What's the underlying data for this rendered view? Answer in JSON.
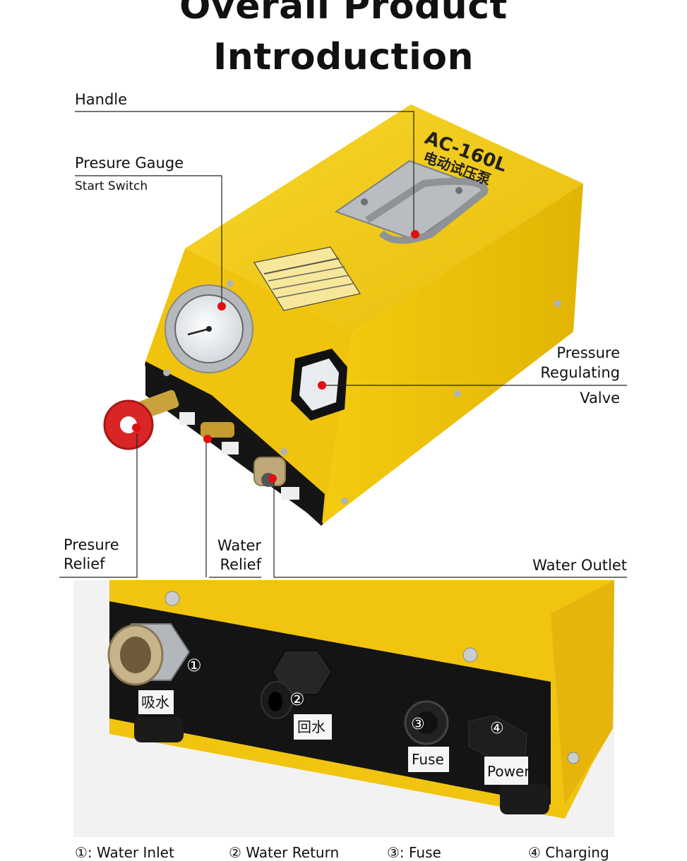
{
  "title": {
    "line1": "Overall Product",
    "line2": "Introduction"
  },
  "top_labels": {
    "handle": "Handle",
    "gauge": "Presure Gauge",
    "start_switch": "Start Switch",
    "pressure": "Pressure",
    "regulating": "Regulating",
    "valve": "Valve",
    "presure": "Presure",
    "relief_left": "Relief",
    "water": "Water",
    "relief_mid": "Relief",
    "water_outlet": "Water Outlet"
  },
  "device": {
    "model": "AC-160L",
    "model_cn": "电动试压泵",
    "body_color": "#f2cc17",
    "knob_color": "#d92525"
  },
  "bottom_tags": {
    "n1": "①",
    "tag1": "吸水",
    "n2": "②",
    "tag2": "回水",
    "n3": "③",
    "tag3": "Fuse",
    "n4": "④",
    "tag4": "Power"
  },
  "captions": {
    "c1": "①: Water Inlet",
    "c2": "② Water Return",
    "c3": "③: Fuse",
    "c4": "④ Charging"
  },
  "marker_color": "#e01010"
}
